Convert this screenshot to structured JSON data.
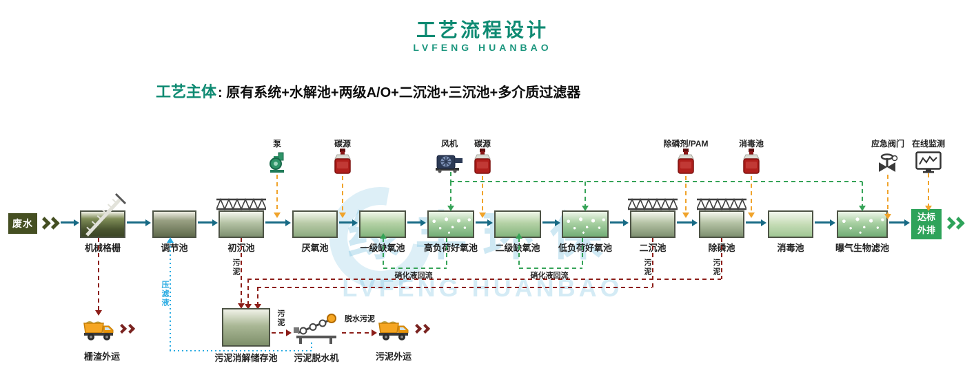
{
  "header": {
    "title": "工艺流程设计",
    "subtitle": "LVFENG  HUANBAO"
  },
  "summary": {
    "label": "工艺主体",
    "colon": ":",
    "text": "原有系统+水解池+两级A/O+二沉池+三沉池+多介质过滤器"
  },
  "watermark": {
    "cn": "绿丰环保",
    "en": "LVFENG HUANBAO"
  },
  "flow": {
    "inlet": "废水",
    "outlet_line1": "达标",
    "outlet_line2": "外排",
    "tanks": [
      {
        "label": "机械格栅"
      },
      {
        "label": "调节池"
      },
      {
        "label": "初沉池"
      },
      {
        "label": "厌氧池"
      },
      {
        "label": "一级缺氧池"
      },
      {
        "label": "高负荷好氧池"
      },
      {
        "label": "二级缺氧池"
      },
      {
        "label": "低负荷好氧池"
      },
      {
        "label": "二沉池"
      },
      {
        "label": "除磷池"
      },
      {
        "label": "消毒池"
      },
      {
        "label": "曝气生物滤池"
      }
    ]
  },
  "dosing": {
    "pump": "泵",
    "carbon": "碳源",
    "blower": "风机",
    "phosphorus_pam": "除磷剂/PAM",
    "disinfectant": "消毒池",
    "valve": "应急阀门",
    "monitor": "在线监测"
  },
  "recirculation": {
    "label": "硝化液回流"
  },
  "sludge": {
    "sludge": "污泥",
    "filtrate": "压滤液",
    "storage_tank": "污泥消解储存池",
    "dewater_machine": "污泥脱水机",
    "dewatered": "脱水污泥",
    "sludge_out": "污泥外运",
    "screenings_out": "栅渣外运"
  },
  "colors": {
    "primary_teal": "#0e8a72",
    "flow_arrow": "#176a85",
    "dosing_dash": "#f0a32a",
    "air_dash": "#35a357",
    "sludge_dash": "#8c1d18",
    "filtrate_dot": "#29abe2",
    "inlet_box": "#454f22",
    "outlet_box": "#2ea35a"
  }
}
